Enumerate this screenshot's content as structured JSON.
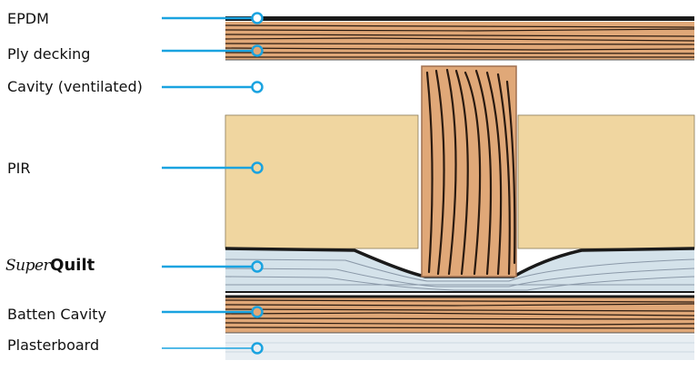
{
  "layers": [
    {
      "id": "epdm",
      "label": "EPDM"
    },
    {
      "id": "ply",
      "label": "Ply  decking"
    },
    {
      "id": "cavity",
      "label": "Cavity (ventilated)"
    },
    {
      "id": "pir",
      "label": "PIR"
    },
    {
      "id": "superquilt",
      "label_part1": "Super",
      "label_part2": "Quilt"
    },
    {
      "id": "batten",
      "label": "Batten Cavity"
    },
    {
      "id": "plasterboard",
      "label": "Plasterboard"
    }
  ],
  "colors": {
    "leader_line": "#1aa3e0",
    "timber": "#e0a878",
    "timber_grain": "#2a1a10",
    "pir_board": "#f0d6a0",
    "quilt": "#d4e2ea",
    "plasterboard": "#e8eef3",
    "membrane": "#1a1a1a"
  }
}
